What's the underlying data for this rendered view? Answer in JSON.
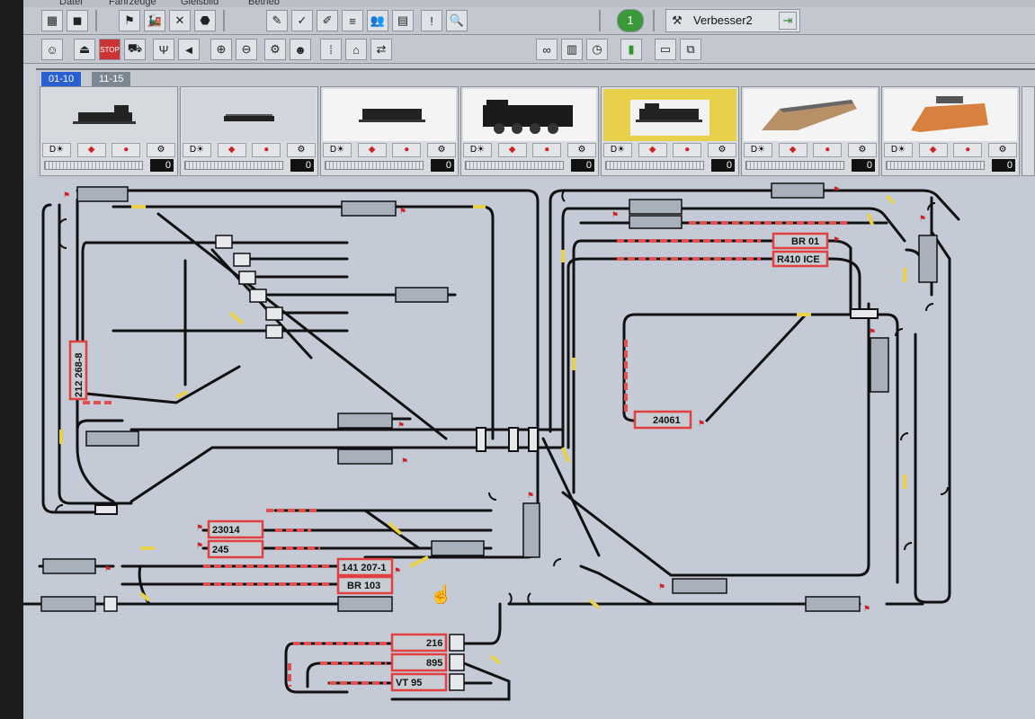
{
  "menu": [
    "Datei",
    "Fahrzeuge",
    "Gleisbild",
    "Betrieb"
  ],
  "toolbar": {
    "status_badge": "1",
    "project_name": "Verbesser2"
  },
  "loco_panel": {
    "tabs": [
      "01-10",
      "11-15"
    ],
    "locos": [
      {
        "speed": "0"
      },
      {
        "speed": "0"
      },
      {
        "speed": "0"
      },
      {
        "speed": "0"
      },
      {
        "speed": "0"
      },
      {
        "speed": "0"
      },
      {
        "speed": "0"
      }
    ],
    "active_index": 4
  },
  "track_labels": {
    "br01": "BR 01",
    "r410": "R410 ICE",
    "l212": "212 268-8",
    "l24061": "24061",
    "l23014": "23014",
    "l245": "245",
    "l141": "141 207-1",
    "br103": "BR  103",
    "l216": "216",
    "l895": "895",
    "vt95": "VT 95"
  },
  "colors": {
    "occupied": "#e05050",
    "track": "#111111",
    "accent_yellow": "#e8d04a"
  }
}
